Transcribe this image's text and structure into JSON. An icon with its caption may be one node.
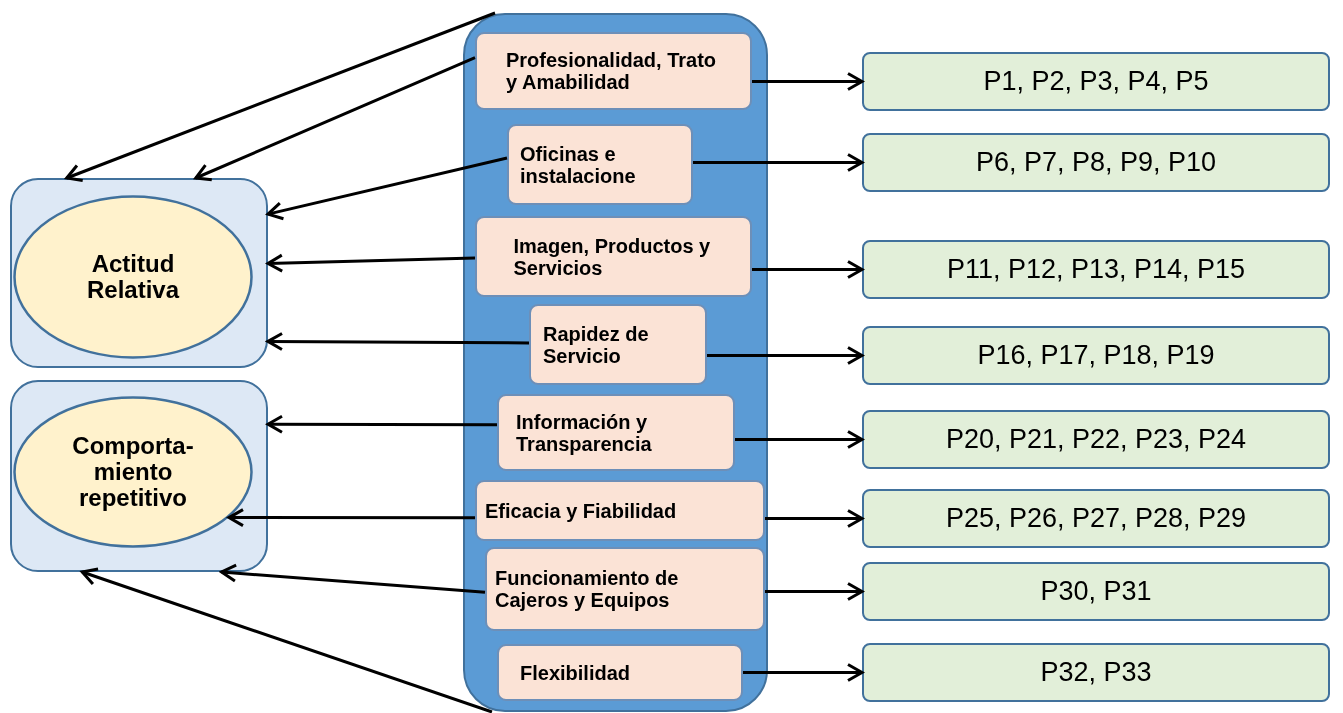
{
  "diagram": {
    "nodes": [
      {
        "text": [],
        "shape": "box"
      },
      {
        "text": [
          "Profesionalidad, Trato y Amabilidad"
        ],
        "in": 0
      },
      {
        "text": [
          "Oficinas e instalacione"
        ],
        "in": 0
      },
      {
        "text": [
          "Imagen, Productos y Servicios"
        ],
        "in": 0
      },
      {
        "text": [
          "Rapidez de Servicio"
        ],
        "in": 0
      },
      {
        "text": [
          "Información y Transparencia"
        ],
        "in": 0
      },
      {
        "text": [
          "Eficacia y Fiabilidad"
        ],
        "in": 0
      },
      {
        "text": [
          "Funcionamiento de Cajeros y Equipos"
        ],
        "in": 0
      },
      {
        "text": [
          "Flexibilidad"
        ],
        "in": 0
      },
      {
        "text": [],
        "shape": "box"
      },
      {
        "text": [
          "Actitud Relativa"
        ],
        "in": 9
      },
      {
        "text": [],
        "shape": "box"
      },
      {
        "text": [
          "Comporta- miento repetitivo"
        ],
        "in": 11
      },
      {
        "text": [
          "P1, P2, P3, P4, P5"
        ]
      },
      {
        "text": [
          "P6, P7, P8, P9, P10"
        ]
      },
      {
        "text": [
          "P11, P12, P13, P14, P15"
        ]
      },
      {
        "text": [
          "P16, P17, P18, P19"
        ]
      },
      {
        "text": [
          "P20, P21, P22, P23, P24"
        ]
      },
      {
        "text": [
          "P25, P26, P27, P28, P29"
        ]
      },
      {
        "text": [
          "P30, P31"
        ]
      },
      {
        "text": [
          "P32, P33"
        ]
      }
    ],
    "edges": [
      {
        "from": 0,
        "to": 9,
        "arrow": "to"
      },
      {
        "from": 1,
        "to": 9,
        "arrow": "to"
      },
      {
        "from": 2,
        "to": 9,
        "arrow": "to"
      },
      {
        "from": 3,
        "to": 9,
        "arrow": "to"
      },
      {
        "from": 4,
        "to": 9,
        "arrow": "to"
      },
      {
        "from": 5,
        "to": 11,
        "arrow": "to"
      },
      {
        "from": 6,
        "to": 12,
        "arrow": "to"
      },
      {
        "from": 7,
        "to": 11,
        "arrow": "to"
      },
      {
        "from": 0,
        "to": 11,
        "arrow": "to"
      },
      {
        "from": 1,
        "to": 13,
        "arrow": "to"
      },
      {
        "from": 2,
        "to": 14,
        "arrow": "to"
      },
      {
        "from": 3,
        "to": 15,
        "arrow": "to"
      },
      {
        "from": 4,
        "to": 16,
        "arrow": "to"
      },
      {
        "from": 5,
        "to": 17,
        "arrow": "to"
      },
      {
        "from": 6,
        "to": 18,
        "arrow": "to"
      },
      {
        "from": 7,
        "to": 19,
        "arrow": "to"
      },
      {
        "from": 8,
        "to": 20,
        "arrow": "to"
      }
    ]
  }
}
